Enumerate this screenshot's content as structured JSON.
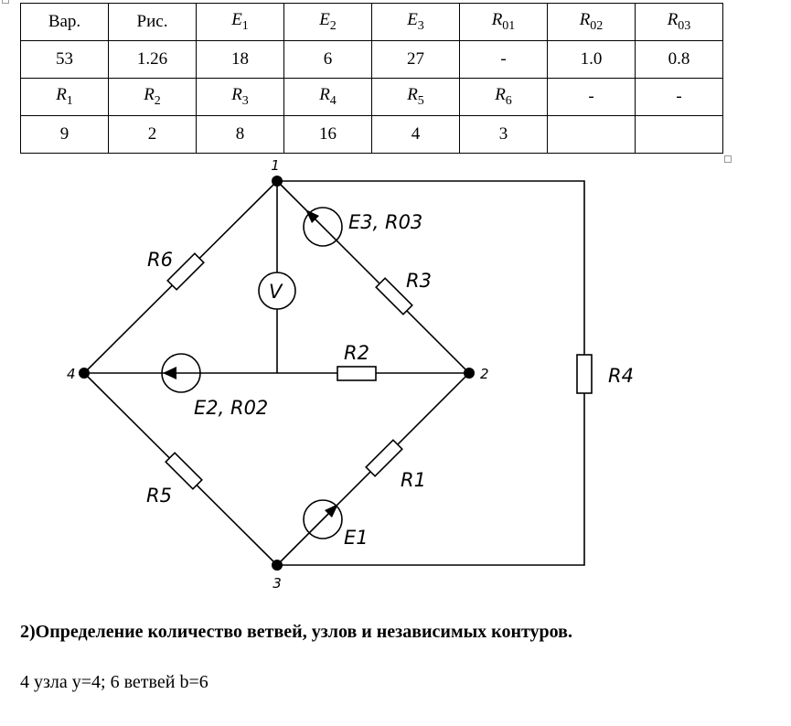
{
  "table": {
    "row1": [
      "Вар.",
      "Рис.",
      "E1",
      "E2",
      "E3",
      "R01",
      "R02",
      "R03"
    ],
    "row2": [
      "53",
      "1.26",
      "18",
      "6",
      "27",
      "-",
      "1.0",
      "0.8"
    ],
    "row3": [
      "R1",
      "R2",
      "R3",
      "R4",
      "R5",
      "R6",
      "-",
      "-"
    ],
    "row4": [
      "9",
      "2",
      "8",
      "16",
      "4",
      "3",
      "",
      ""
    ]
  },
  "circuit": {
    "nodes": {
      "n1": "1",
      "n2": "2",
      "n3": "3",
      "n4": "4"
    },
    "labels": {
      "R6": "R6",
      "R3": "R3",
      "R2": "R2",
      "R4": "R4",
      "R5": "R5",
      "R1": "R1",
      "V": "V",
      "E3R03": "E3, R03",
      "E2R02": "E2, R02",
      "E1": "E1"
    }
  },
  "section": {
    "heading": "2)Определение количество ветвей, узлов и независимых контуров.",
    "nodes_text": "4 узла y=4; 6 ветвей b=6"
  }
}
